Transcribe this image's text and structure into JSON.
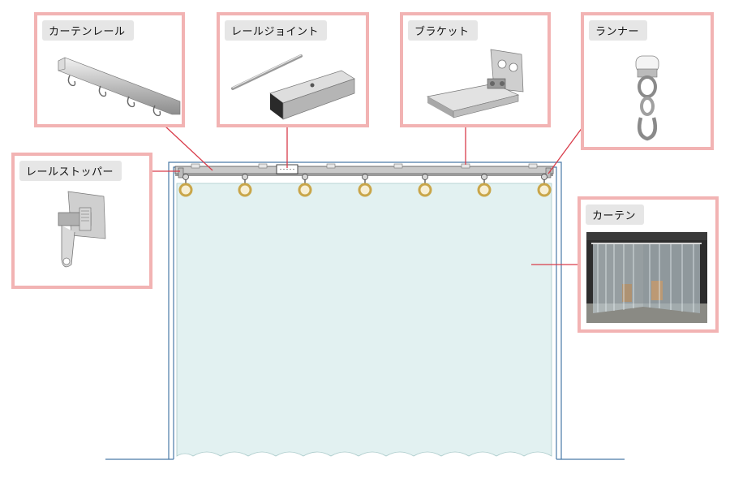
{
  "components": {
    "curtain_rail": "カーテンレール",
    "rail_joint": "レールジョイント",
    "bracket": "ブラケット",
    "runner": "ランナー",
    "rail_stopper": "レールストッパー",
    "curtain": "カーテン"
  },
  "colors": {
    "card_border": "#f2b3b3",
    "leader_line": "#d93c4a",
    "curtain_fill": "#e2f1f1",
    "frame_line": "#4a7aa8",
    "ring": "#c9a64a"
  }
}
